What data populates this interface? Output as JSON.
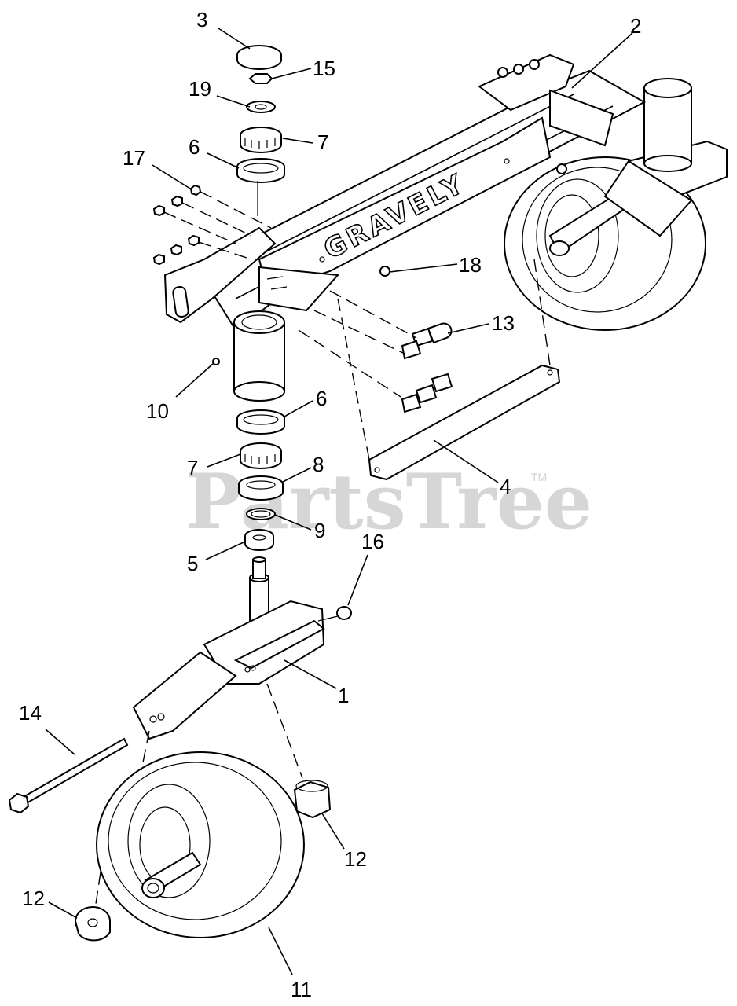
{
  "watermark": {
    "text": "PartsTree",
    "tm": "TM"
  },
  "brand": "GRAVELY",
  "callouts": [
    {
      "id": "c3",
      "text": "3"
    },
    {
      "id": "c2",
      "text": "2"
    },
    {
      "id": "c15",
      "text": "15"
    },
    {
      "id": "c19",
      "text": "19"
    },
    {
      "id": "c7a",
      "text": "7"
    },
    {
      "id": "c6a",
      "text": "6"
    },
    {
      "id": "c17",
      "text": "17"
    },
    {
      "id": "c18",
      "text": "18"
    },
    {
      "id": "c13",
      "text": "13"
    },
    {
      "id": "c10",
      "text": "10"
    },
    {
      "id": "c6b",
      "text": "6"
    },
    {
      "id": "c7b",
      "text": "7"
    },
    {
      "id": "c8",
      "text": "8"
    },
    {
      "id": "c4",
      "text": "4"
    },
    {
      "id": "c9",
      "text": "9"
    },
    {
      "id": "c5",
      "text": "5"
    },
    {
      "id": "c16",
      "text": "16"
    },
    {
      "id": "c1",
      "text": "1"
    },
    {
      "id": "c14",
      "text": "14"
    },
    {
      "id": "c12a",
      "text": "12"
    },
    {
      "id": "c12b",
      "text": "12"
    },
    {
      "id": "c11",
      "text": "11"
    }
  ]
}
